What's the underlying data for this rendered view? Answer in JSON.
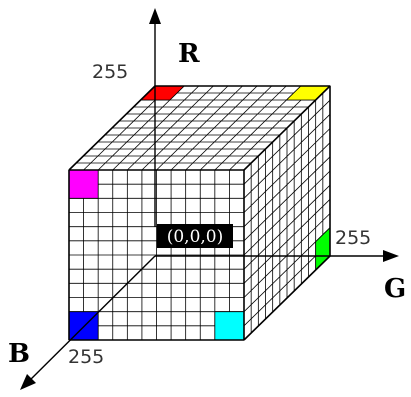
{
  "axes": {
    "r": {
      "label": "R",
      "max_label": "255"
    },
    "g": {
      "label": "G",
      "max_label": "255"
    },
    "b": {
      "label": "B",
      "max_label": "255"
    }
  },
  "origin_label": "(0,0,0)",
  "grid": {
    "divisions": 12
  },
  "colors": {
    "line": "#000000",
    "red": "#ff0000",
    "yellow": "#ffff00",
    "magenta": "#ff00ff",
    "green": "#00ff00",
    "blue": "#0000ff",
    "cyan": "#00ffff",
    "origin_bg": "#000000"
  }
}
